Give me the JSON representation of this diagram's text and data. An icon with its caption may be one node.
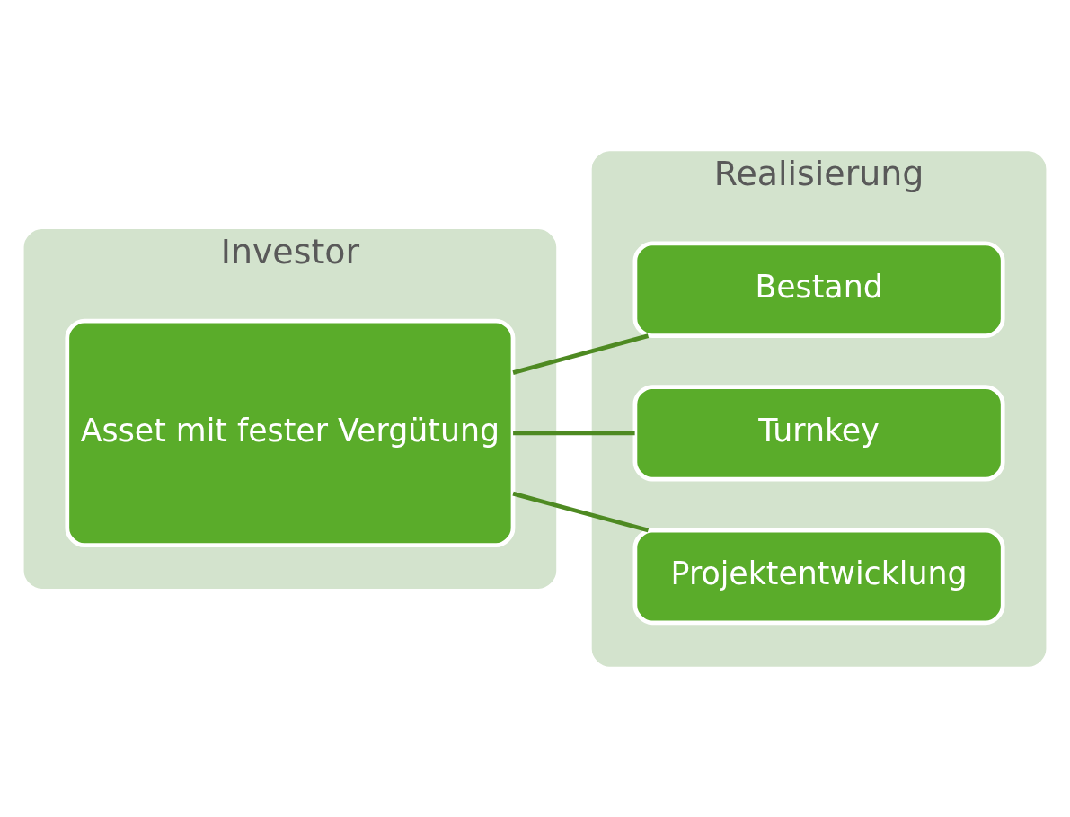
{
  "diagram": {
    "nodes": [
      {
        "text": [
          "Investor"
        ]
      },
      {
        "text": [
          "Asset mit fester Vergütung"
        ],
        "in": 0
      },
      {
        "text": [
          "Realisierung"
        ]
      },
      {
        "text": [
          "Bestand"
        ],
        "in": 2
      },
      {
        "text": [
          "Turnkey"
        ],
        "in": 2
      },
      {
        "text": [
          "Projektentwicklung"
        ],
        "in": 2
      }
    ],
    "edges": [
      {
        "from": 1,
        "to": 3,
        "arrow": "none"
      },
      {
        "from": 1,
        "to": 4,
        "arrow": "none"
      },
      {
        "from": 1,
        "to": 5,
        "arrow": "none"
      }
    ]
  }
}
